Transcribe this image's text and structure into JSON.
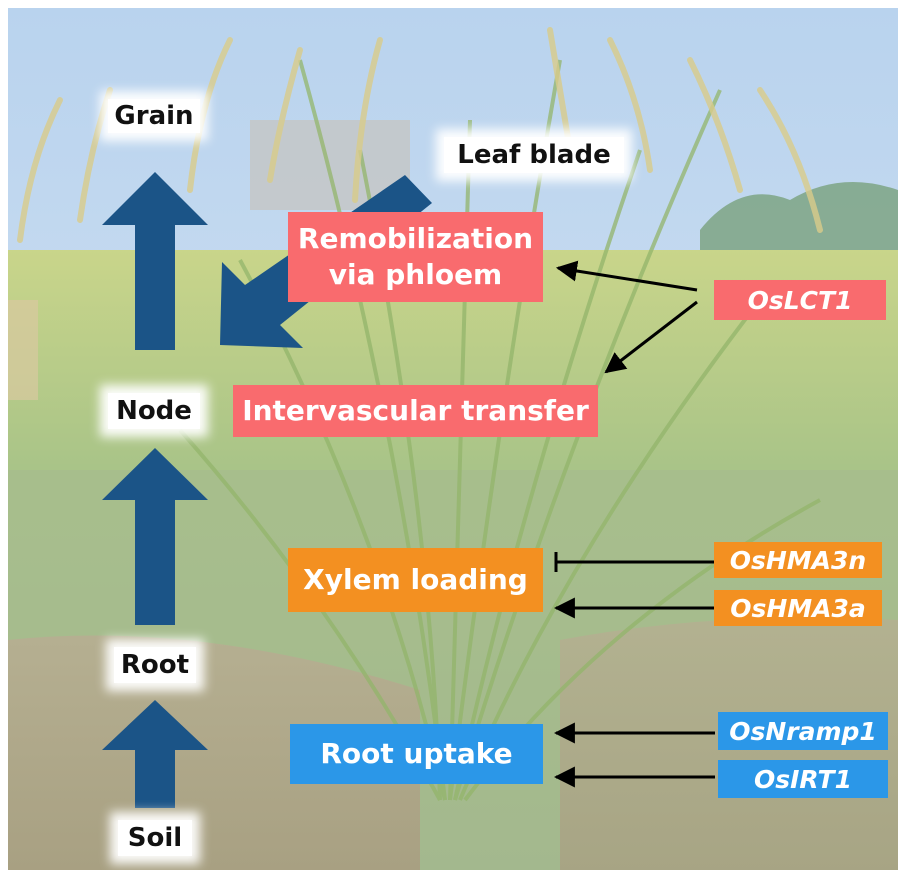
{
  "colors": {
    "phloem_box": "#f96b6e",
    "xylem_box": "#f39021",
    "root_box": "#2b97e8",
    "big_arrow": "#1b5487",
    "pointer_arrow": "#000000"
  },
  "organs": {
    "grain": "Grain",
    "leaf_blade": "Leaf blade",
    "node": "Node",
    "root": "Root",
    "soil": "Soil"
  },
  "processes": {
    "remobilization_line1": "Remobilization",
    "remobilization_line2": "via phloem",
    "intervascular": "Intervascular transfer",
    "xylem_loading": "Xylem loading",
    "root_uptake": "Root uptake"
  },
  "genes": {
    "lct1": "OsLCT1",
    "hma3n": "OsHMA3n",
    "hma3a": "OsHMA3a",
    "nramp1": "OsNramp1",
    "irt1": "OsIRT1"
  }
}
